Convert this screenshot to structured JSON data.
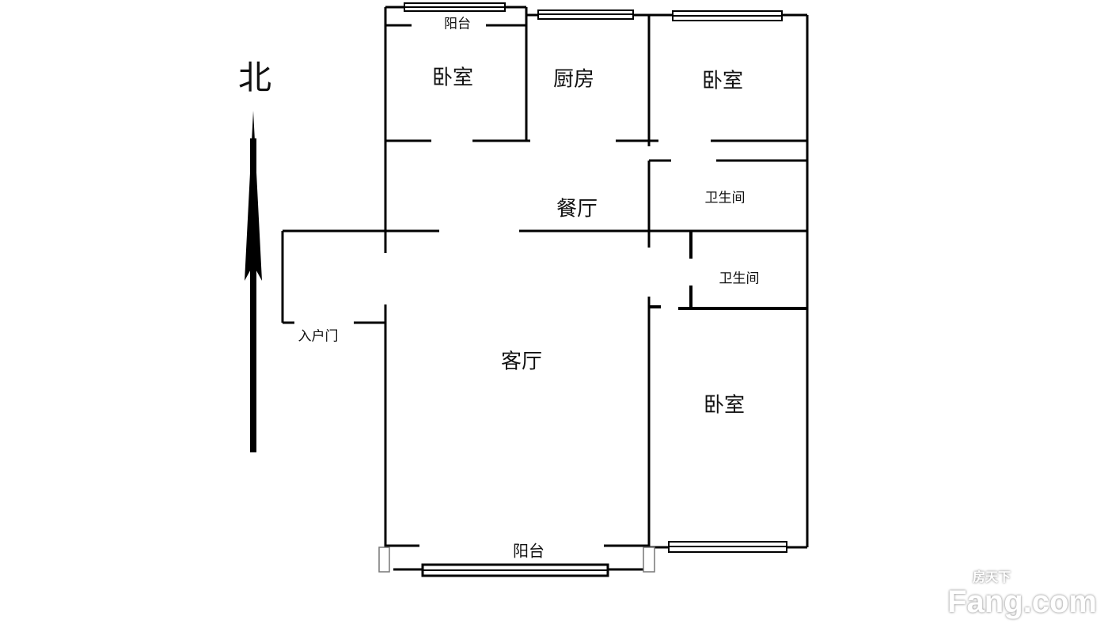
{
  "compass": {
    "label": "北"
  },
  "rooms": {
    "balcony_north": "阳台",
    "bedroom_nw": "卧室",
    "kitchen": "厨房",
    "bedroom_ne": "卧室",
    "dining": "餐厅",
    "bathroom_1": "卫生间",
    "bathroom_2": "卫生间",
    "entrance": "入户门",
    "living": "客厅",
    "bedroom_se": "卧室",
    "balcony_south": "阳台"
  },
  "watermark": {
    "brand": "Fang.com",
    "cn": "房天下"
  },
  "colors": {
    "wall": "#000000",
    "background": "#ffffff"
  }
}
